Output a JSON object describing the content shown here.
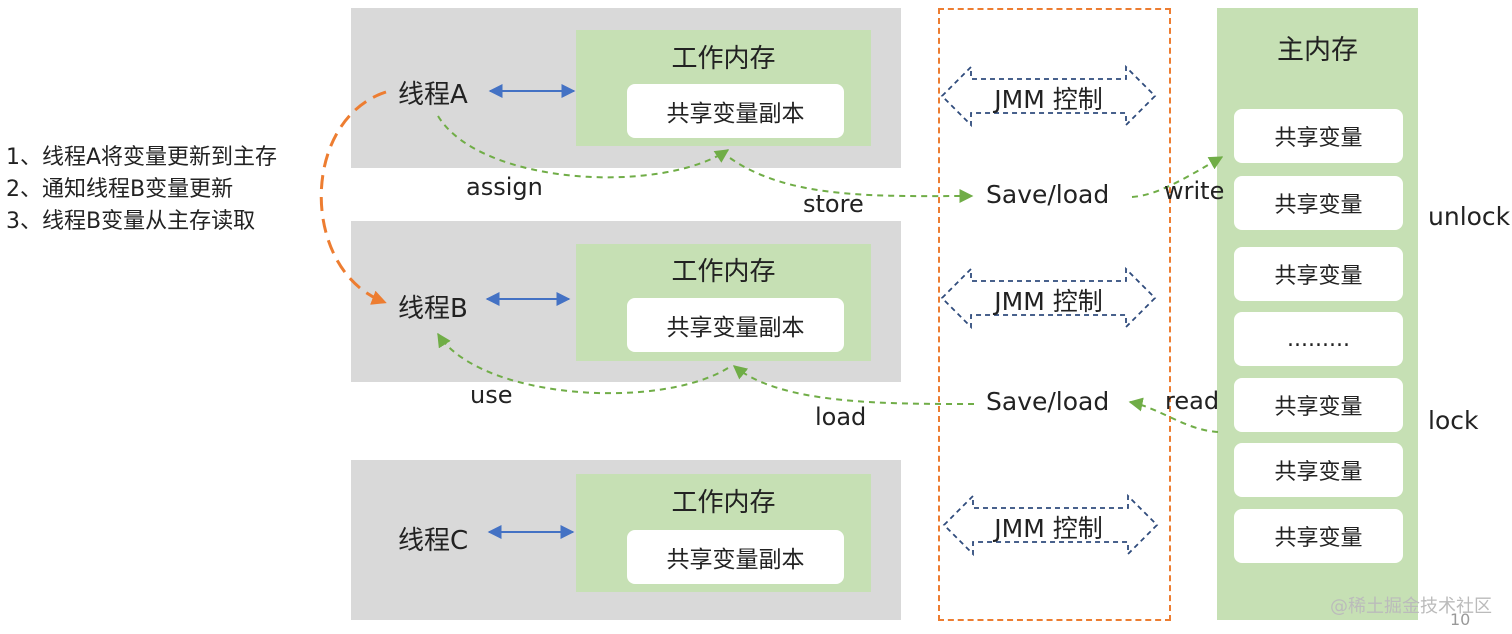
{
  "notes": [
    "1、线程A将变量更新到主存",
    "2、通知线程B变量更新",
    "3、线程B变量从主存读取"
  ],
  "threads": [
    {
      "label": "线程A",
      "work_title": "工作内存",
      "copy_label": "共享变量副本"
    },
    {
      "label": "线程B",
      "work_title": "工作内存",
      "copy_label": "共享变量副本"
    },
    {
      "label": "线程C",
      "work_title": "工作内存",
      "copy_label": "共享变量副本"
    }
  ],
  "jmm": {
    "control_label": "JMM 控制",
    "save_load_label": "Save/load"
  },
  "main_memory": {
    "title": "主内存",
    "vars": [
      "共享变量",
      "共享变量",
      "共享变量",
      ".........",
      "共享变量",
      "共享变量",
      "共享变量"
    ]
  },
  "operations": {
    "assign": "assign",
    "store": "store",
    "write": "write",
    "use": "use",
    "load": "load",
    "read": "read",
    "unlock": "unlock",
    "lock": "lock"
  },
  "footer": {
    "watermark": "@稀土掘金技术社区",
    "page_number": "10"
  },
  "colors": {
    "thread_bg": "#d9d9d9",
    "memory_green": "#c6e0b4",
    "jmm_border": "#ed7d31",
    "arrow_blue": "#4472c4",
    "arrow_green": "#70ad47",
    "arrow_orange": "#ed7d31"
  }
}
